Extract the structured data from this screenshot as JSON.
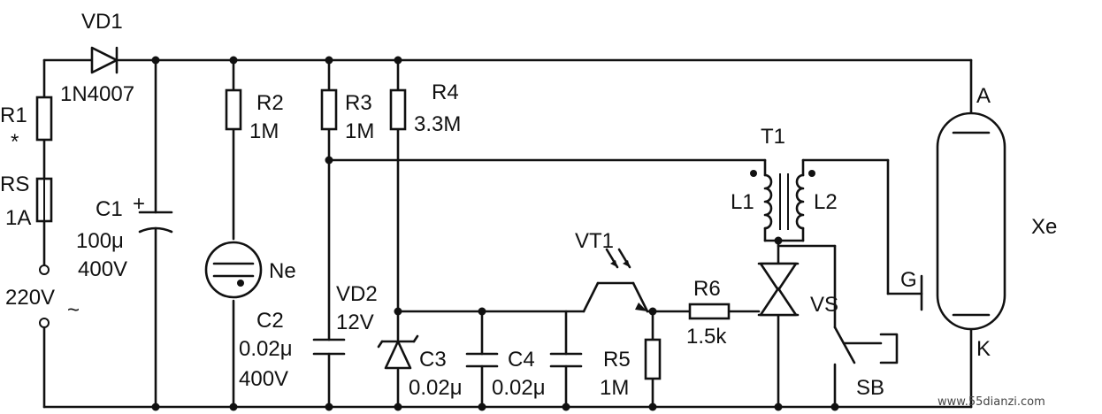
{
  "labels": {
    "vd1": "VD1",
    "vd1_part": "1N4007",
    "r1": "R1",
    "r1_mark": "*",
    "rs": "RS",
    "rs_val": "1A",
    "c1": "C1",
    "c1_val": "100μ",
    "c1_volt": "400V",
    "input_volt": "220V",
    "input_ac": "~",
    "r2": "R2",
    "r2_val": "1M",
    "ne": "Ne",
    "c2": "C2",
    "c2_val": "0.02μ",
    "c2_volt": "400V",
    "r3": "R3",
    "r3_val": "1M",
    "r4": "R4",
    "r4_val": "3.3M",
    "vd2": "VD2",
    "vd2_val": "12V",
    "c3": "C3",
    "c3_val": "0.02μ",
    "c4": "C4",
    "c4_val": "0.02μ",
    "vt1": "VT1",
    "r5": "R5",
    "r5_val": "1M",
    "r6": "R6",
    "r6_val": "1.5k",
    "t1": "T1",
    "l1": "L1",
    "l2": "L2",
    "vs": "VS",
    "sb": "SB",
    "a": "A",
    "xe": "Xe",
    "g": "G",
    "k": "K",
    "plus": "+",
    "watermark": "www.55dianzi.com"
  }
}
